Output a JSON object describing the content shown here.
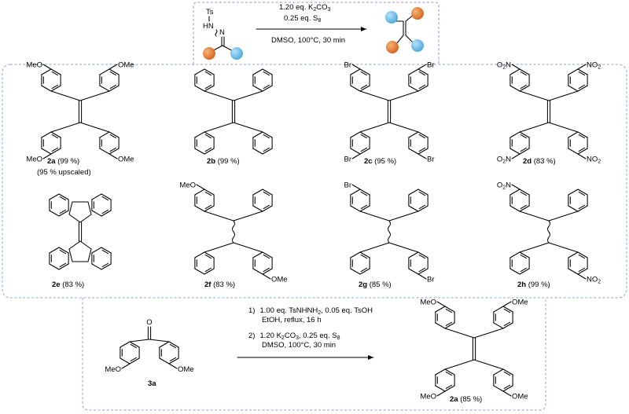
{
  "reaction_top": {
    "line1": "1.20 eq. K",
    "line1_sub": "2",
    "line1_end": "CO",
    "line1_sub2": "3",
    "line2": "0.25 eq. S",
    "line2_sub": "8",
    "line3": "DMSO, 100°C, 30 min",
    "reagent_ts": "Ts",
    "reagent_hn": "HN",
    "reagent_n": "N"
  },
  "compounds": [
    {
      "id": "2a",
      "yield": " (99 %)",
      "extra": "(95 % upscaled)",
      "sub": {
        "tl": "MeO",
        "tr": "OMe",
        "bl": "MeO",
        "br": "OMe"
      }
    },
    {
      "id": "2b",
      "yield": " (99 %)"
    },
    {
      "id": "2c",
      "yield": " (95 %)",
      "sub": {
        "tl": "Br",
        "tr": "Br",
        "bl": "Br",
        "br": "Br"
      }
    },
    {
      "id": "2d",
      "yield": " (83 %)",
      "sub": {
        "tl": "O",
        "tr": "NO",
        "bl": "O",
        "br": "NO"
      },
      "sub_2": "2",
      "sub_n": "N"
    },
    {
      "id": "2e",
      "yield": " (83 %)"
    },
    {
      "id": "2f",
      "yield": " (83 %)",
      "sub": {
        "tl": "MeO",
        "br": "OMe"
      }
    },
    {
      "id": "2g",
      "yield": " (85 %)",
      "sub": {
        "tl": "Br",
        "br": "Br"
      }
    },
    {
      "id": "2h",
      "yield": " (99 %)",
      "sub": {
        "tl": "O",
        "br": "NO"
      },
      "sub_2": "2",
      "sub_n": "N"
    }
  ],
  "reaction_bottom": {
    "step1_num": "1)",
    "step1_a": "1.00 eq. TsNHNH",
    "step1_sub": "2",
    "step1_b": ", 0.05 eq. TsOH",
    "step1_c": "EtOH, reflux, 16 h",
    "step2_num": "2)",
    "step2_a": "1.20 K",
    "step2_sub": "2",
    "step2_b": "CO",
    "step2_sub2": "3",
    "step2_c": ", 0.25 eq. S",
    "step2_sub3": "8",
    "step2_d": "DMSO, 100°C, 30 min",
    "start_id": "3a",
    "start_sub_l": "MeO",
    "start_sub_r": "OMe",
    "start_o": "O",
    "product_id": "2a",
    "product_yield": " (85 %)",
    "product_sub": {
      "tl": "MeO",
      "tr": "OMe",
      "bl": "MeO",
      "br": "OMe"
    }
  },
  "colors": {
    "orange": "#e07a2a",
    "blue": "#6fb9e4",
    "frame_blue": "#8aa5d6",
    "frame_purple": "#a58ad6"
  }
}
